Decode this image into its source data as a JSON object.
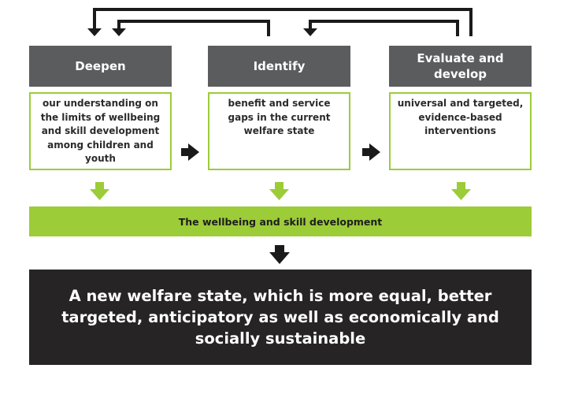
{
  "steps": [
    {
      "title": "Deepen",
      "description": "our understanding on the limits of wellbeing and skill development among children and youth"
    },
    {
      "title": "Identify",
      "description": "benefit and service gaps in the current welfare state"
    },
    {
      "title": "Evaluate and develop",
      "description": "universal and targeted, evidence-based interventions"
    }
  ],
  "band": {
    "label": "The wellbeing and skill development"
  },
  "outcome": {
    "text": "A new welfare state, which is more equal, better targeted, anticipatory as well as economically and socially sustainable"
  },
  "colors": {
    "header": "#5b5c5e",
    "accent": "#9ccc38",
    "outcome": "#262424",
    "arrow": "#1a1a1a"
  }
}
